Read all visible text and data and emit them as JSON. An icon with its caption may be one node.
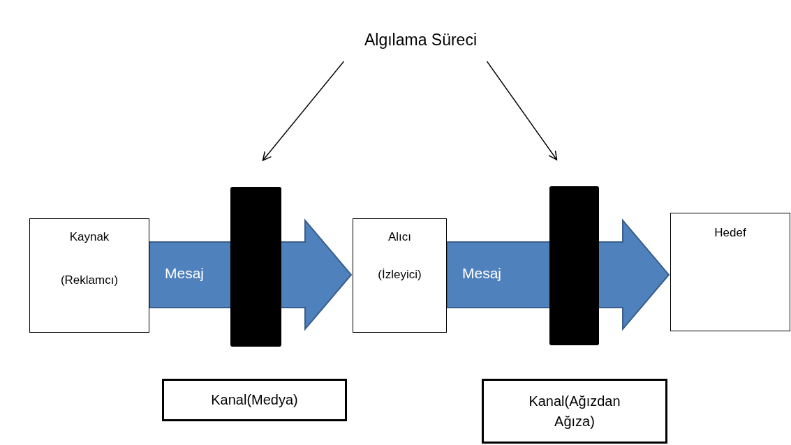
{
  "diagram": {
    "nodes": [
      {
        "text": [
          "Algılama Süreci"
        ]
      },
      {
        "text": [
          "Kaynak",
          "(Reklamcı)"
        ]
      },
      {
        "text": [],
        "shape": "bar"
      },
      {
        "text": [
          "Alıcı",
          "(İzleyici)"
        ]
      },
      {
        "text": [],
        "shape": "bar"
      },
      {
        "text": [
          "Hedef"
        ]
      },
      {
        "text": [
          "Kanal(Medya)"
        ]
      },
      {
        "text": [
          "Kanal(Ağızdan Ağıza)"
        ]
      }
    ],
    "edges": [
      {
        "from": 0,
        "to": 2,
        "arrow": "to"
      },
      {
        "from": 0,
        "to": 4,
        "arrow": "to"
      },
      {
        "from": 1,
        "to": 3,
        "arrow": "to",
        "label": "Mesaj",
        "style": "thick",
        "color": "#4f81bd"
      },
      {
        "from": 3,
        "to": 5,
        "arrow": "to",
        "label": "Mesaj",
        "style": "thick",
        "color": "#4f81bd"
      }
    ]
  }
}
